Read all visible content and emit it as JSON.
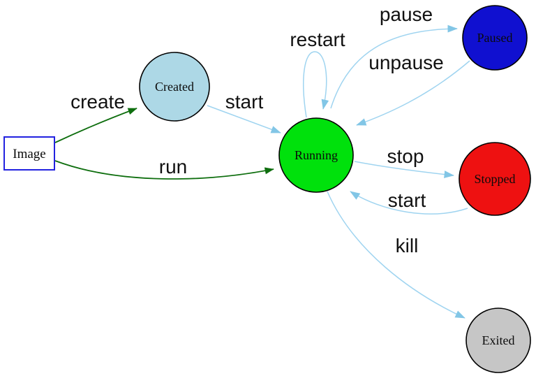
{
  "colors": {
    "cli_edge": "#0e6e0e",
    "state_edge": "#9fd4f0",
    "state_edge_arrow": "#82c6e6",
    "image_border": "#2222e0",
    "image_fill": "#ffffff"
  },
  "nodes": {
    "image": {
      "label": "Image",
      "shape": "rect",
      "color": "#ffffff"
    },
    "created": {
      "label": "Created",
      "shape": "ellipse",
      "color": "#add8e6"
    },
    "running": {
      "label": "Running",
      "shape": "ellipse",
      "color": "#00e10c"
    },
    "paused": {
      "label": "Paused",
      "shape": "ellipse",
      "color": "#1010d0"
    },
    "stopped": {
      "label": "Stopped",
      "shape": "ellipse",
      "color": "#ee1111"
    },
    "exited": {
      "label": "Exited",
      "shape": "ellipse",
      "color": "#c6c6c6"
    }
  },
  "edges": {
    "create": {
      "label": "create",
      "from": "image",
      "to": "created"
    },
    "run": {
      "label": "run",
      "from": "image",
      "to": "running"
    },
    "start_created": {
      "label": "start",
      "from": "created",
      "to": "running"
    },
    "restart": {
      "label": "restart",
      "from": "running",
      "to": "running"
    },
    "pause": {
      "label": "pause",
      "from": "running",
      "to": "paused"
    },
    "unpause": {
      "label": "unpause",
      "from": "paused",
      "to": "running"
    },
    "stop": {
      "label": "stop",
      "from": "running",
      "to": "stopped"
    },
    "start_stopped": {
      "label": "start",
      "from": "stopped",
      "to": "running"
    },
    "kill": {
      "label": "kill",
      "from": "running",
      "to": "exited"
    }
  }
}
